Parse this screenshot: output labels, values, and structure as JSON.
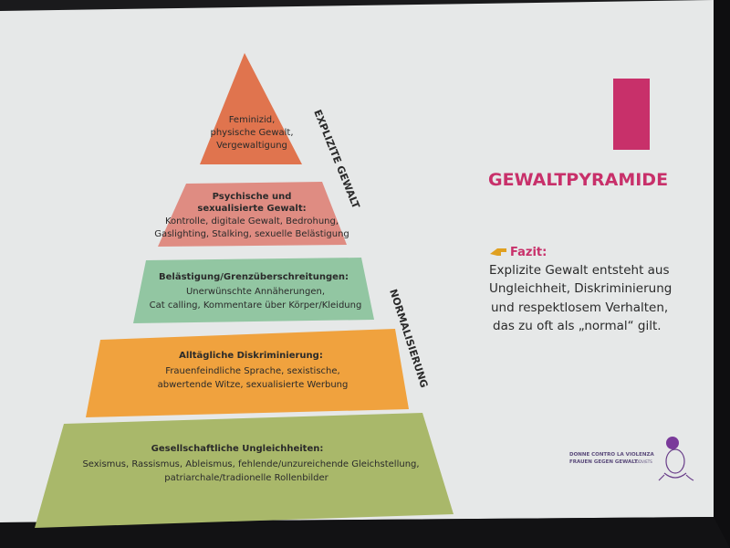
{
  "slide": {
    "title": "GEWALTPYRAMIDE",
    "side_labels": {
      "top": "EXPLIZITE GEWALT",
      "bottom": "NORMALISIERUNG"
    },
    "fazit": {
      "label": "Fazit:",
      "icon": "pointing-hand-icon",
      "lines": [
        "Explizite Gewalt entsteht aus",
        "Ungleichheit, Diskriminierung",
        "und respektlosem Verhalten,",
        "das zu oft als „normal“ gilt."
      ]
    },
    "levels": [
      {
        "title": "",
        "lines": [
          "Feminizid,",
          "physische Gewalt,",
          "Vergewaltigung"
        ],
        "color": "#e0744e"
      },
      {
        "title_lines": [
          "Psychische und",
          "sexualisierte  Gewalt:"
        ],
        "lines": [
          "Kontrolle, digitale Gewalt, Bedrohung,",
          "Gaslighting, Stalking, sexuelle Belästigung"
        ],
        "color": "#df8c82"
      },
      {
        "title_lines": [
          "Belästigung/Grenzüberschreitungen:"
        ],
        "lines": [
          "Unerwünschte Annäherungen,",
          "Cat calling, Kommentare über Körper/Kleidung"
        ],
        "color": "#92c6a2"
      },
      {
        "title_lines": [
          "Alltägliche Diskriminierung:"
        ],
        "lines": [
          "Frauenfeindliche Sprache, sexistische,",
          "abwertende Witze, sexualisierte Werbung"
        ],
        "color": "#f0a23e"
      },
      {
        "title_lines": [
          "Gesellschaftliche Ungleichheiten:"
        ],
        "lines": [
          "Sexismus, Rassismus, Ableismus, fehlende/unzureichende Gleichstellung,",
          "patriarchale/tradionelle Rollenbilder"
        ],
        "color": "#a9b86a"
      }
    ],
    "logo": {
      "line1": "DONNE CONTRO LA VIOLENZA",
      "line2": "FRAUEN GEGEN GEWALT",
      "suffix": "ODV/ETS"
    },
    "colors": {
      "accent": "#c8306a",
      "slide_bg": "#e9eaea",
      "logo": "#6a3f8a"
    }
  }
}
